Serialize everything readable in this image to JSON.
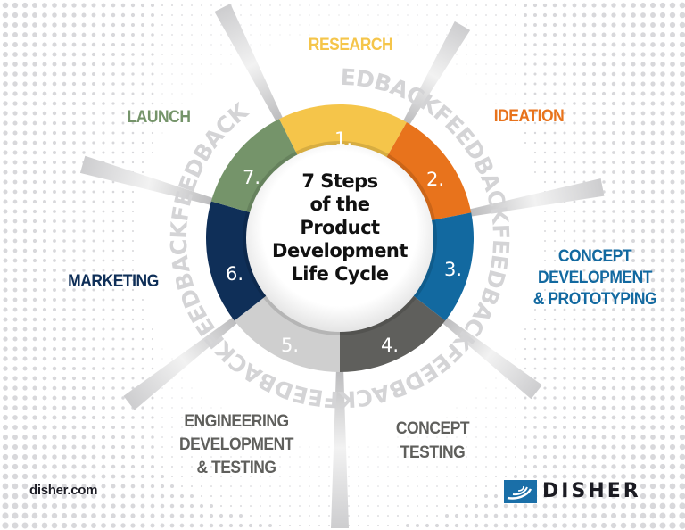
{
  "diagram": {
    "title_lines": [
      "7 Steps",
      "of the",
      "Product",
      "Development",
      "Life Cycle"
    ],
    "ring_text": "FEEDBACK",
    "steps": [
      {
        "number": "1.",
        "label_lines": [
          "RESEARCH"
        ],
        "color": "#f5c54a",
        "label_color": "#f5c54a"
      },
      {
        "number": "2.",
        "label_lines": [
          "IDEATION"
        ],
        "color": "#e8731c",
        "label_color": "#e8731c"
      },
      {
        "number": "3.",
        "label_lines": [
          "CONCEPT",
          "DEVELOPMENT",
          "& PROTOTYPING"
        ],
        "color": "#1269a0",
        "label_color": "#1269a0"
      },
      {
        "number": "4.",
        "label_lines": [
          "CONCEPT",
          "TESTING"
        ],
        "color": "#5f5f5c",
        "label_color": "#5f5f5c"
      },
      {
        "number": "5.",
        "label_lines": [
          "ENGINEERING",
          "DEVELOPMENT",
          "& TESTING"
        ],
        "color": "#cfcfcf",
        "label_color": "#5f5f5c"
      },
      {
        "number": "6.",
        "label_lines": [
          "MARKETING"
        ],
        "color": "#0f2f58",
        "label_color": "#0f2f58"
      },
      {
        "number": "7.",
        "label_lines": [
          "LAUNCH"
        ],
        "color": "#75946a",
        "label_color": "#75946a"
      }
    ]
  },
  "footer": {
    "url": "disher.com",
    "logo_text": "DISHER"
  }
}
